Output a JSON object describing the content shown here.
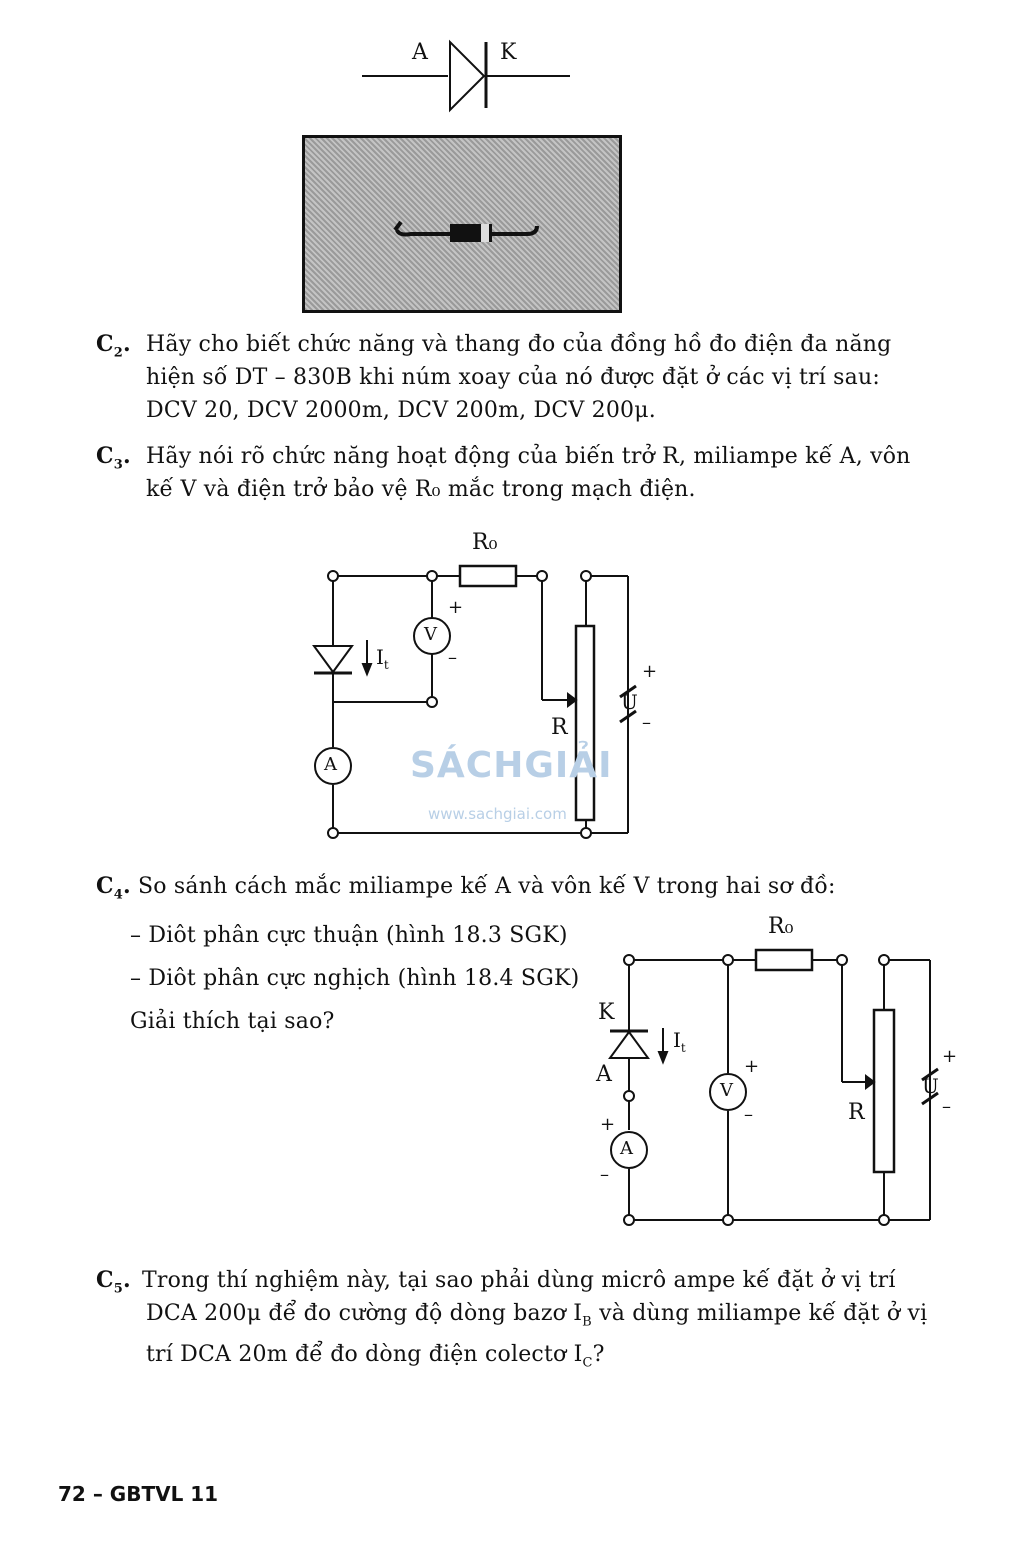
{
  "diode_symbol": {
    "anode": "A",
    "cathode": "K"
  },
  "questions": [
    {
      "id": "C",
      "sub": "2",
      "lines": [
        "Hãy cho biết chức năng và thang đo của đồng hồ đo điện đa năng",
        "hiện số DT – 830B khi núm xoay của nó được đặt ở các vị trí sau:",
        "DCV 20, DCV 2000m, DCV 200m, DCV 200μ."
      ]
    },
    {
      "id": "C",
      "sub": "3",
      "lines": [
        "Hãy nói rõ chức năng hoạt động của biến trở R, miliampe kế A, vôn",
        "kế V và điện trở bảo vệ R₀ mắc trong mạch điện."
      ]
    },
    {
      "id": "C",
      "sub": "4",
      "lines": [
        "So sánh cách mắc miliampe kế A và vôn kế V trong hai sơ đồ:",
        "– Diôt phân cực thuận (hình 18.3 SGK)",
        "– Diôt phân cực nghịch (hình 18.4 SGK)",
        "Giải thích tại sao?"
      ]
    },
    {
      "id": "C",
      "sub": "5",
      "lines": [
        "Trong thí nghiệm này, tại sao phải dùng micrô ampe kế đặt ở vị trí",
        "DCA 200μ để đo cường độ dòng bazơ I_B và dùng miliampe kế đặt ở vị",
        "trí DCA 20m để đo dòng điện colectơ I_C?"
      ]
    }
  ],
  "circuit1": {
    "r0": "R₀",
    "r": "R",
    "current": "I",
    "current_sub": "t",
    "voltmeter": "V",
    "ammeter": "A",
    "source": "U",
    "plus": "+",
    "minus": "–"
  },
  "circuit2": {
    "r0": "R₀",
    "r": "R",
    "current": "I",
    "current_sub": "t",
    "voltmeter": "V",
    "ammeter": "A",
    "source": "U",
    "cathode": "K",
    "anode": "A",
    "plus": "+",
    "minus": "–"
  },
  "watermark": {
    "brand": "SÁCHGIẢI",
    "url": "www.sachgiai.com"
  },
  "footer": {
    "page": "72",
    "book": "GBTVL 11"
  }
}
